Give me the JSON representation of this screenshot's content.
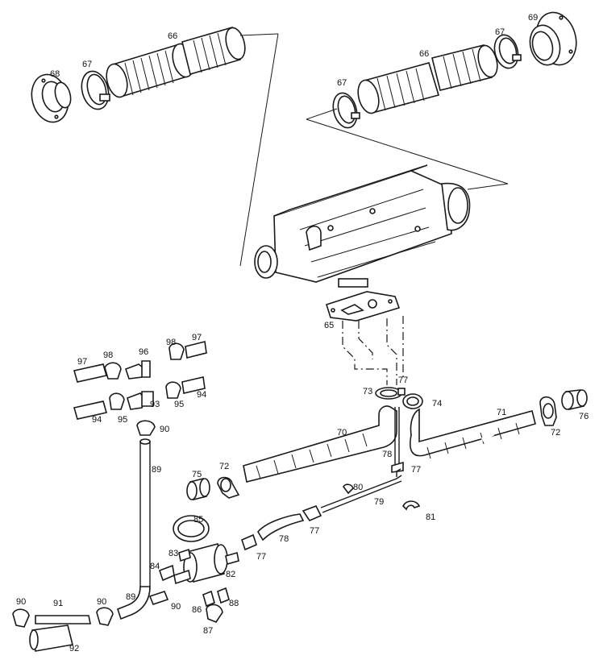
{
  "labels": {
    "l65": "65",
    "l66a": "66",
    "l66b": "66",
    "l67a": "67",
    "l67b": "67",
    "l67c": "67",
    "l68": "68",
    "l69": "69",
    "l70": "70",
    "l71": "71",
    "l72a": "72",
    "l72b": "72",
    "l73": "73",
    "l74": "74",
    "l75": "75",
    "l76": "76",
    "l77a": "77",
    "l77b": "77",
    "l77c": "77",
    "l77d": "77",
    "l78a": "78",
    "l78b": "78",
    "l79": "79",
    "l80": "80",
    "l81": "81",
    "l82": "82",
    "l83": "83",
    "l84": "84",
    "l85": "85",
    "l86": "86",
    "l87": "87",
    "l88": "88",
    "l89a": "89",
    "l89b": "89",
    "l90a": "90",
    "l90b": "90",
    "l90c": "90",
    "l90d": "90",
    "l91": "91",
    "l92": "92",
    "l93": "93",
    "l94a": "94",
    "l94b": "94",
    "l95a": "95",
    "l95b": "95",
    "l96": "96",
    "l97a": "97",
    "l97b": "97",
    "l98a": "98",
    "l98b": "98"
  }
}
